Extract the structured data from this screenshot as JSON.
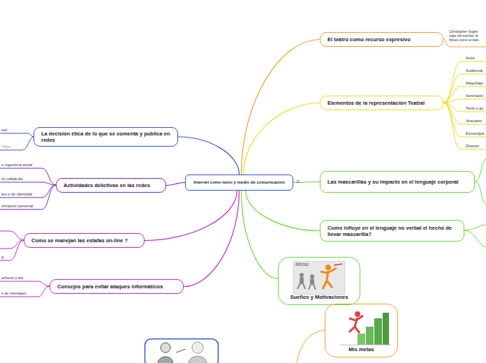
{
  "diagram": {
    "nodes": [
      {
        "text": [
          "Internet como texto y medio de comunicación"
        ]
      },
      {
        "text": [
          "El teatro como recurso expresivo"
        ]
      },
      {
        "text": [
          "Elementos de la representación Teatral"
        ]
      },
      {
        "text": [
          "Las mascarillas y su impacto en el lenguaje corporal"
        ]
      },
      {
        "text": [
          "Como influye en el lenguaje no verbal el hecho de llevar mascarilla?"
        ]
      },
      {
        "text": [
          "Sueños y Motivaciones"
        ]
      },
      {
        "text": [
          "Mis metas"
        ]
      },
      {
        "text": [
          "La decisión ética de lo que se comenta y publica en redes"
        ]
      },
      {
        "text": [
          "Actividades delictivas en las redes"
        ]
      },
      {
        "text": [
          "Como se manejan las estafas on-line ?"
        ]
      },
      {
        "text": [
          "Consejos para evitar ataques informáticos"
        ]
      }
    ],
    "edges": [
      {
        "from": 0,
        "to": 1,
        "arrow": "none"
      },
      {
        "from": 0,
        "to": 2,
        "arrow": "none"
      },
      {
        "from": 0,
        "to": 3,
        "arrow": "none"
      },
      {
        "from": 0,
        "to": 4,
        "arrow": "none"
      },
      {
        "from": 0,
        "to": 5,
        "arrow": "none"
      },
      {
        "from": 0,
        "to": 7,
        "arrow": "none"
      },
      {
        "from": 0,
        "to": 8,
        "arrow": "none"
      },
      {
        "from": 0,
        "to": 9,
        "arrow": "none"
      },
      {
        "from": 0,
        "to": 10,
        "arrow": "none"
      }
    ],
    "labels": [
      "Christopher Vogler, viaje del escritor la filmes como el titan",
      "Actor",
      "Audiencia",
      "Maquillaje",
      "Iluminació",
      "Texto o gu",
      "Vestuario",
      "Escenogra",
      "Director",
      "vez",
      "Other",
      "e ingeniería social",
      "ón valida del",
      "ero o de identidad",
      "ormación personal",
      "g",
      "echoso o del",
      "s de mensajes",
      "≡",
      "Metas"
    ]
  }
}
